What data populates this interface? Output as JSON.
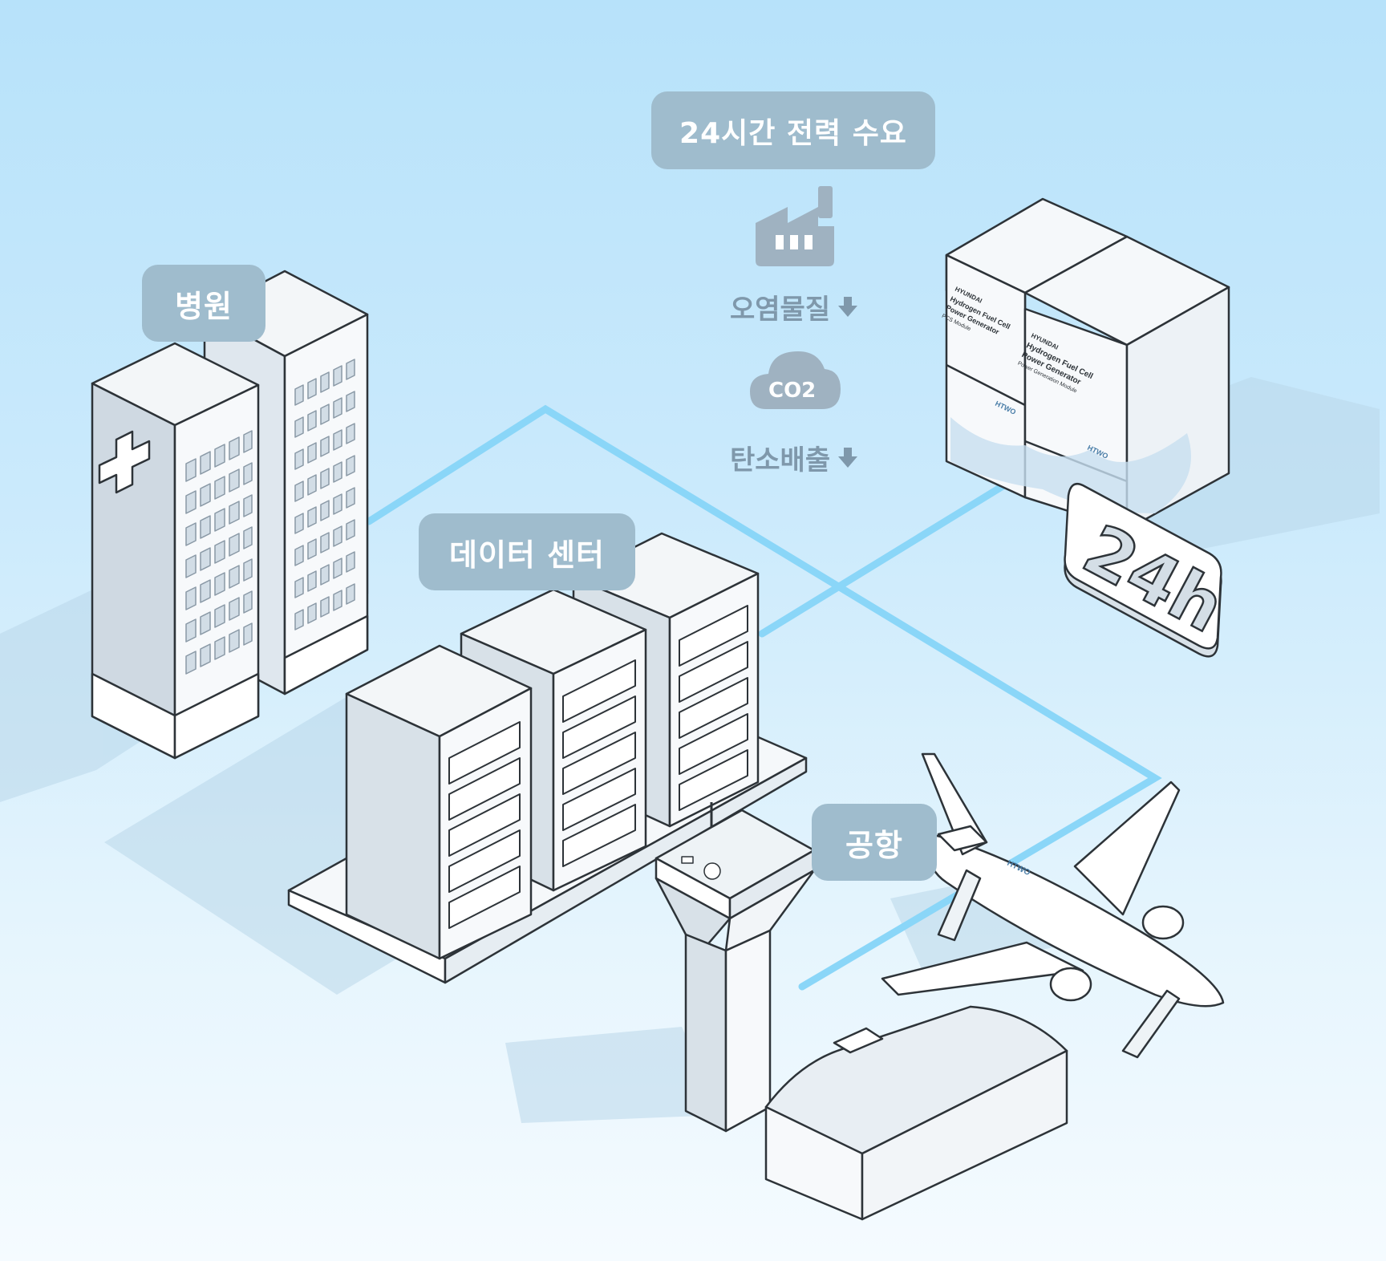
{
  "labels": {
    "demand": "24시간 전력 수요",
    "hospital": "병원",
    "datacenter": "데이터 센터",
    "airport": "공항"
  },
  "metrics": {
    "pollutants": "오염물질",
    "carbon": "탄소배출",
    "co2_icon": "CO2"
  },
  "badge": "24h",
  "generator_branding": {
    "brand": "HYUNDAI",
    "left_unit_line1": "Hydrogen Fuel Cell",
    "left_unit_line2": "Power Generator",
    "left_unit_line3": "PCS Module",
    "right_unit_line1": "Hydrogen Fuel Cell",
    "right_unit_line2": "Power Generator",
    "right_unit_line3": "Power Generation Module",
    "sub_brand": "HTWO"
  },
  "airplane_branding": "HTWO",
  "colors": {
    "sky_top": "#b7e2fa",
    "sky_bottom": "#f5fbff",
    "label_bg": "#9fbccd",
    "icon_gray": "#9fb2c1",
    "connector_line": "#8ad6f8",
    "outline": "#2d3338"
  }
}
